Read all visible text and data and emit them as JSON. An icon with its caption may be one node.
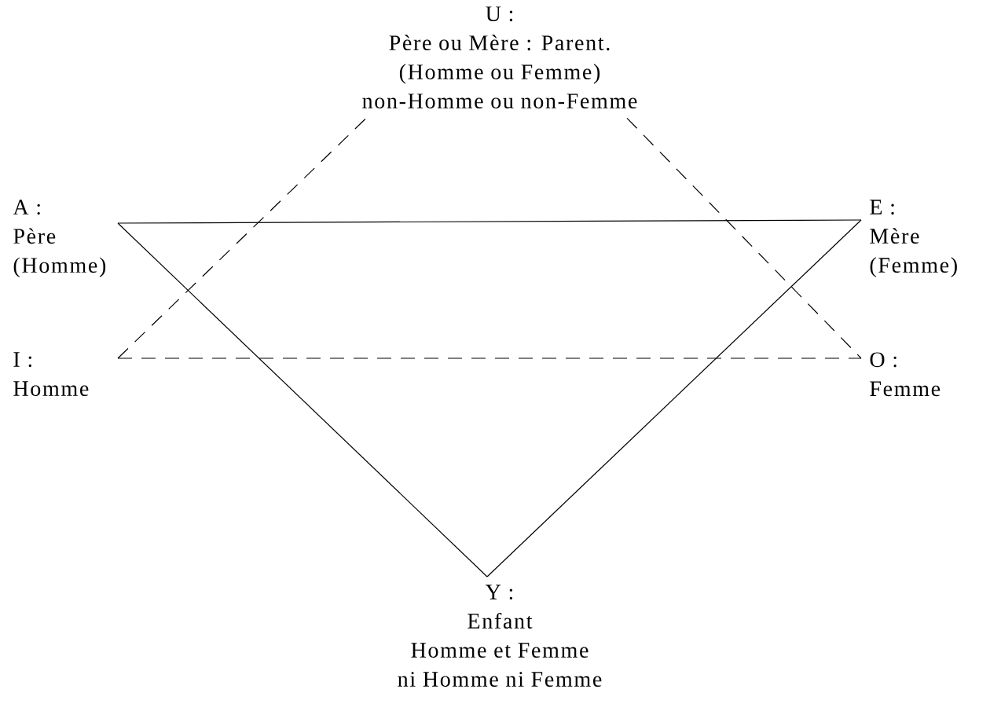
{
  "diagram": {
    "nodes": [
      {
        "text": [
          "U :",
          "Père ou Mère : Parent.",
          "(Homme ou Femme)",
          "non-Homme ou non-Femme"
        ]
      },
      {
        "text": [
          "A :",
          "Père",
          "(Homme)"
        ]
      },
      {
        "text": [
          "E :",
          "Mère",
          "(Femme)"
        ]
      },
      {
        "text": [
          "I :",
          "Homme"
        ]
      },
      {
        "text": [
          "O :",
          "Femme"
        ]
      },
      {
        "text": [
          "Y :",
          "Enfant",
          "Homme et Femme",
          "ni Homme ni Femme"
        ]
      }
    ],
    "edges": [
      {
        "from": 1,
        "to": 2,
        "arrow": "none"
      },
      {
        "from": 1,
        "to": 5,
        "arrow": "none"
      },
      {
        "from": 2,
        "to": 5,
        "arrow": "none"
      },
      {
        "from": 3,
        "to": 0,
        "arrow": "none",
        "style": "dashed"
      },
      {
        "from": 0,
        "to": 4,
        "arrow": "none",
        "style": "dashed"
      },
      {
        "from": 3,
        "to": 4,
        "arrow": "none",
        "style": "dashed"
      }
    ]
  }
}
